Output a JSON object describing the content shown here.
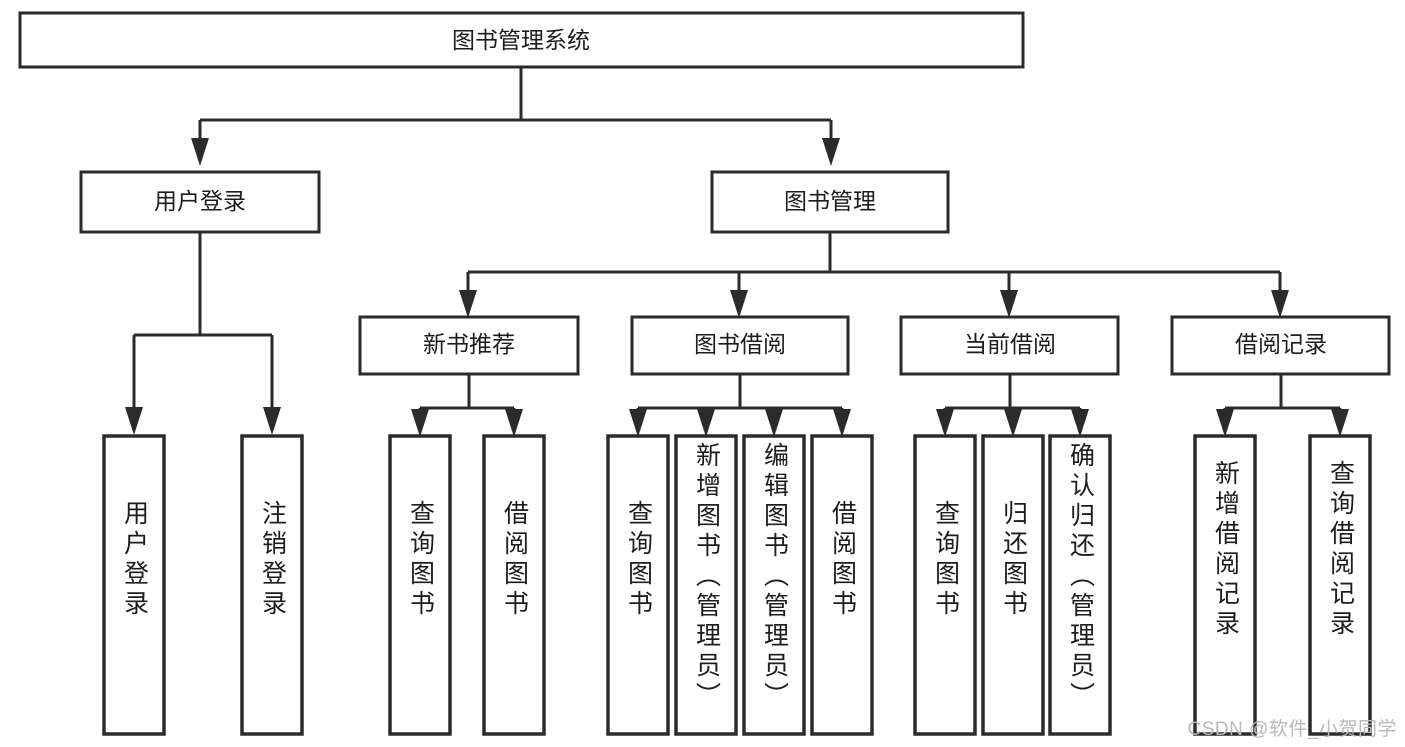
{
  "diagram": {
    "title": "图书管理系统",
    "type": "hierarchy-tree",
    "watermark": "CSDN @软件_小贺同学",
    "colors": {
      "box_stroke": "#2b2b2b",
      "box_fill": "#ffffff",
      "text": "#1d1d1d",
      "background": "#ffffff",
      "watermark": "#b9b9b9"
    },
    "root": {
      "label": "图书管理系统"
    },
    "level1": [
      {
        "label": "用户登录"
      },
      {
        "label": "图书管理"
      }
    ],
    "level2": [
      {
        "label": "新书推荐"
      },
      {
        "label": "图书借阅"
      },
      {
        "label": "当前借阅"
      },
      {
        "label": "借阅记录"
      }
    ],
    "leaves": {
      "user_login": [
        {
          "label": "用户登录"
        },
        {
          "label": "注销登录"
        }
      ],
      "new_book_recommend": [
        {
          "label": "查询图书"
        },
        {
          "label": "借阅图书"
        }
      ],
      "book_borrow": [
        {
          "label": "查询图书"
        },
        {
          "label": "新增图书（管理员）"
        },
        {
          "label": "编辑图书（管理员）"
        },
        {
          "label": "借阅图书"
        }
      ],
      "current_borrow": [
        {
          "label": "查询图书"
        },
        {
          "label": "归还图书"
        },
        {
          "label": "确认归还（管理员）"
        }
      ],
      "borrow_records": [
        {
          "label": "新增借阅记录"
        },
        {
          "label": "查询借阅记录"
        }
      ]
    }
  }
}
